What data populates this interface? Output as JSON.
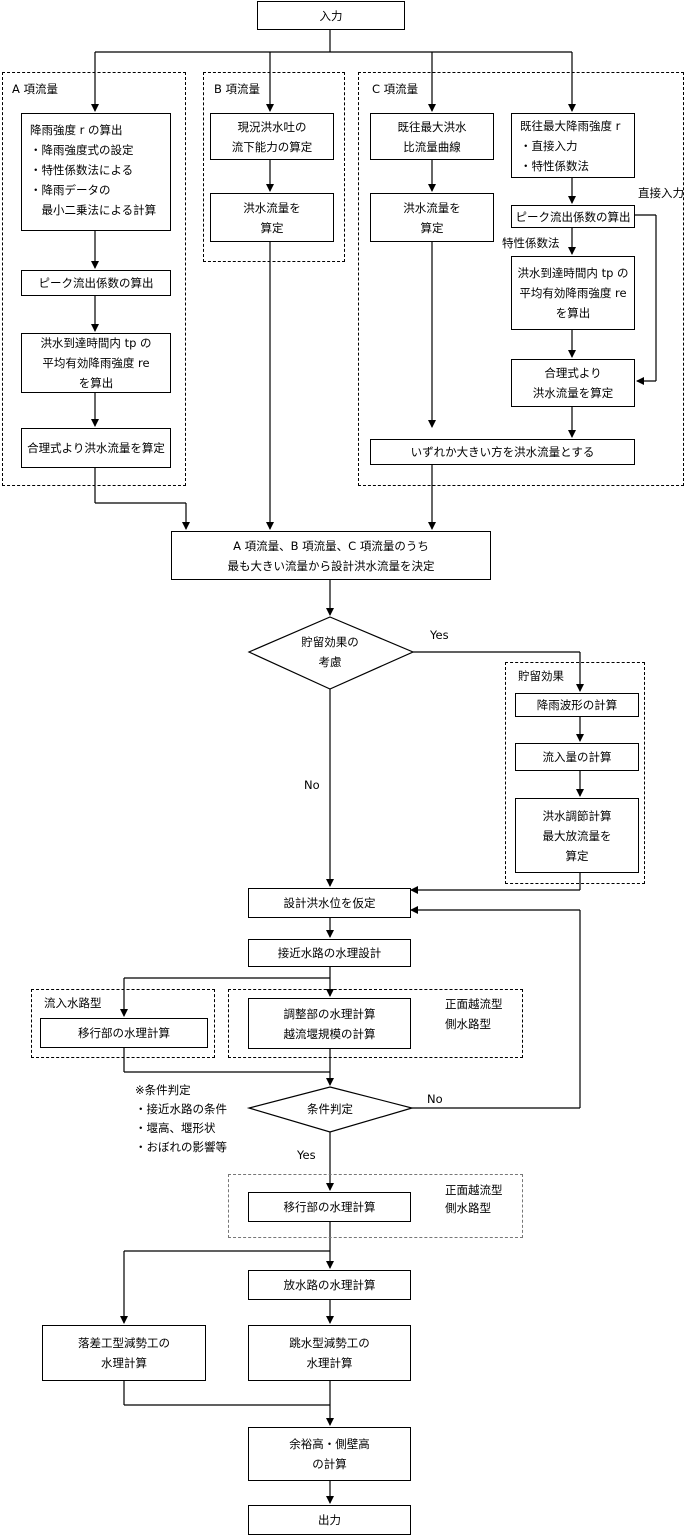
{
  "nodes": {
    "input": "入力",
    "a_rain": [
      "降雨強度 r の算出",
      "・降雨強度式の設定",
      "・特性係数法による",
      "・降雨データの",
      "　最小二乗法による計算"
    ],
    "a_peak": "ピーク流出係数の算出",
    "a_flood": [
      "洪水到達時間内 tp の",
      "平均有効降雨強度 re",
      "を算出"
    ],
    "a_rational": "合理式より洪水流量を算定",
    "b_capacity": [
      "現況洪水吐の",
      "流下能力の算定"
    ],
    "b_flow": [
      "洪水流量を",
      "算定"
    ],
    "c_curve": [
      "既往最大洪水",
      "比流量曲線"
    ],
    "c_flow": [
      "洪水流量を",
      "算定"
    ],
    "c_rain": [
      "既往最大降雨強度 r",
      "・直接入力",
      "・特性係数法"
    ],
    "c_peak": "ピーク流出係数の算出",
    "c_flood": [
      "洪水到達時間内 tp の",
      "平均有効降雨強度 re",
      "を算出"
    ],
    "c_rational": [
      "合理式より",
      "洪水流量を算定"
    ],
    "c_choose": "いずれか大きい方を洪水流量とする",
    "decide": [
      "A 項流量、B 項流量、C 項流量のうち",
      "最も大きい流量から設計洪水流量を決定"
    ],
    "storage_q": [
      "貯留効果の",
      "考慮"
    ],
    "s_wave": "降雨波形の計算",
    "s_inflow": "流入量の計算",
    "s_regulate": [
      "洪水調節計算",
      "最大放流量を",
      "算定"
    ],
    "assume": "設計洪水位を仮定",
    "approach": "接近水路の水理設計",
    "transition1": "移行部の水理計算",
    "control": [
      "調整部の水理計算",
      "越流堰規模の計算"
    ],
    "condition": "条件判定",
    "transition2": "移行部の水理計算",
    "discharge": "放水路の水理計算",
    "drop": [
      "落差工型減勢工の",
      "水理計算"
    ],
    "jump": [
      "跳水型減勢工の",
      "水理計算"
    ],
    "freeboard": [
      "余裕高・側壁高",
      "の計算"
    ],
    "output": "出力"
  },
  "groups": {
    "a": "A 項流量",
    "b": "B 項流量",
    "c": "C 項流量",
    "storage": "貯留効果",
    "inflow_type": "流入水路型",
    "front1": [
      "正面越流型",
      "側水路型"
    ],
    "front2": [
      "正面越流型",
      "側水路型"
    ]
  },
  "edge_labels": {
    "direct": "直接入力",
    "coef": "特性係数法",
    "yes1": "Yes",
    "no1": "No",
    "yes2": "Yes",
    "no2": "No"
  },
  "note": [
    "※条件判定",
    "・接近水路の条件",
    "・堰高、堰形状",
    "・おぼれの影響等"
  ]
}
